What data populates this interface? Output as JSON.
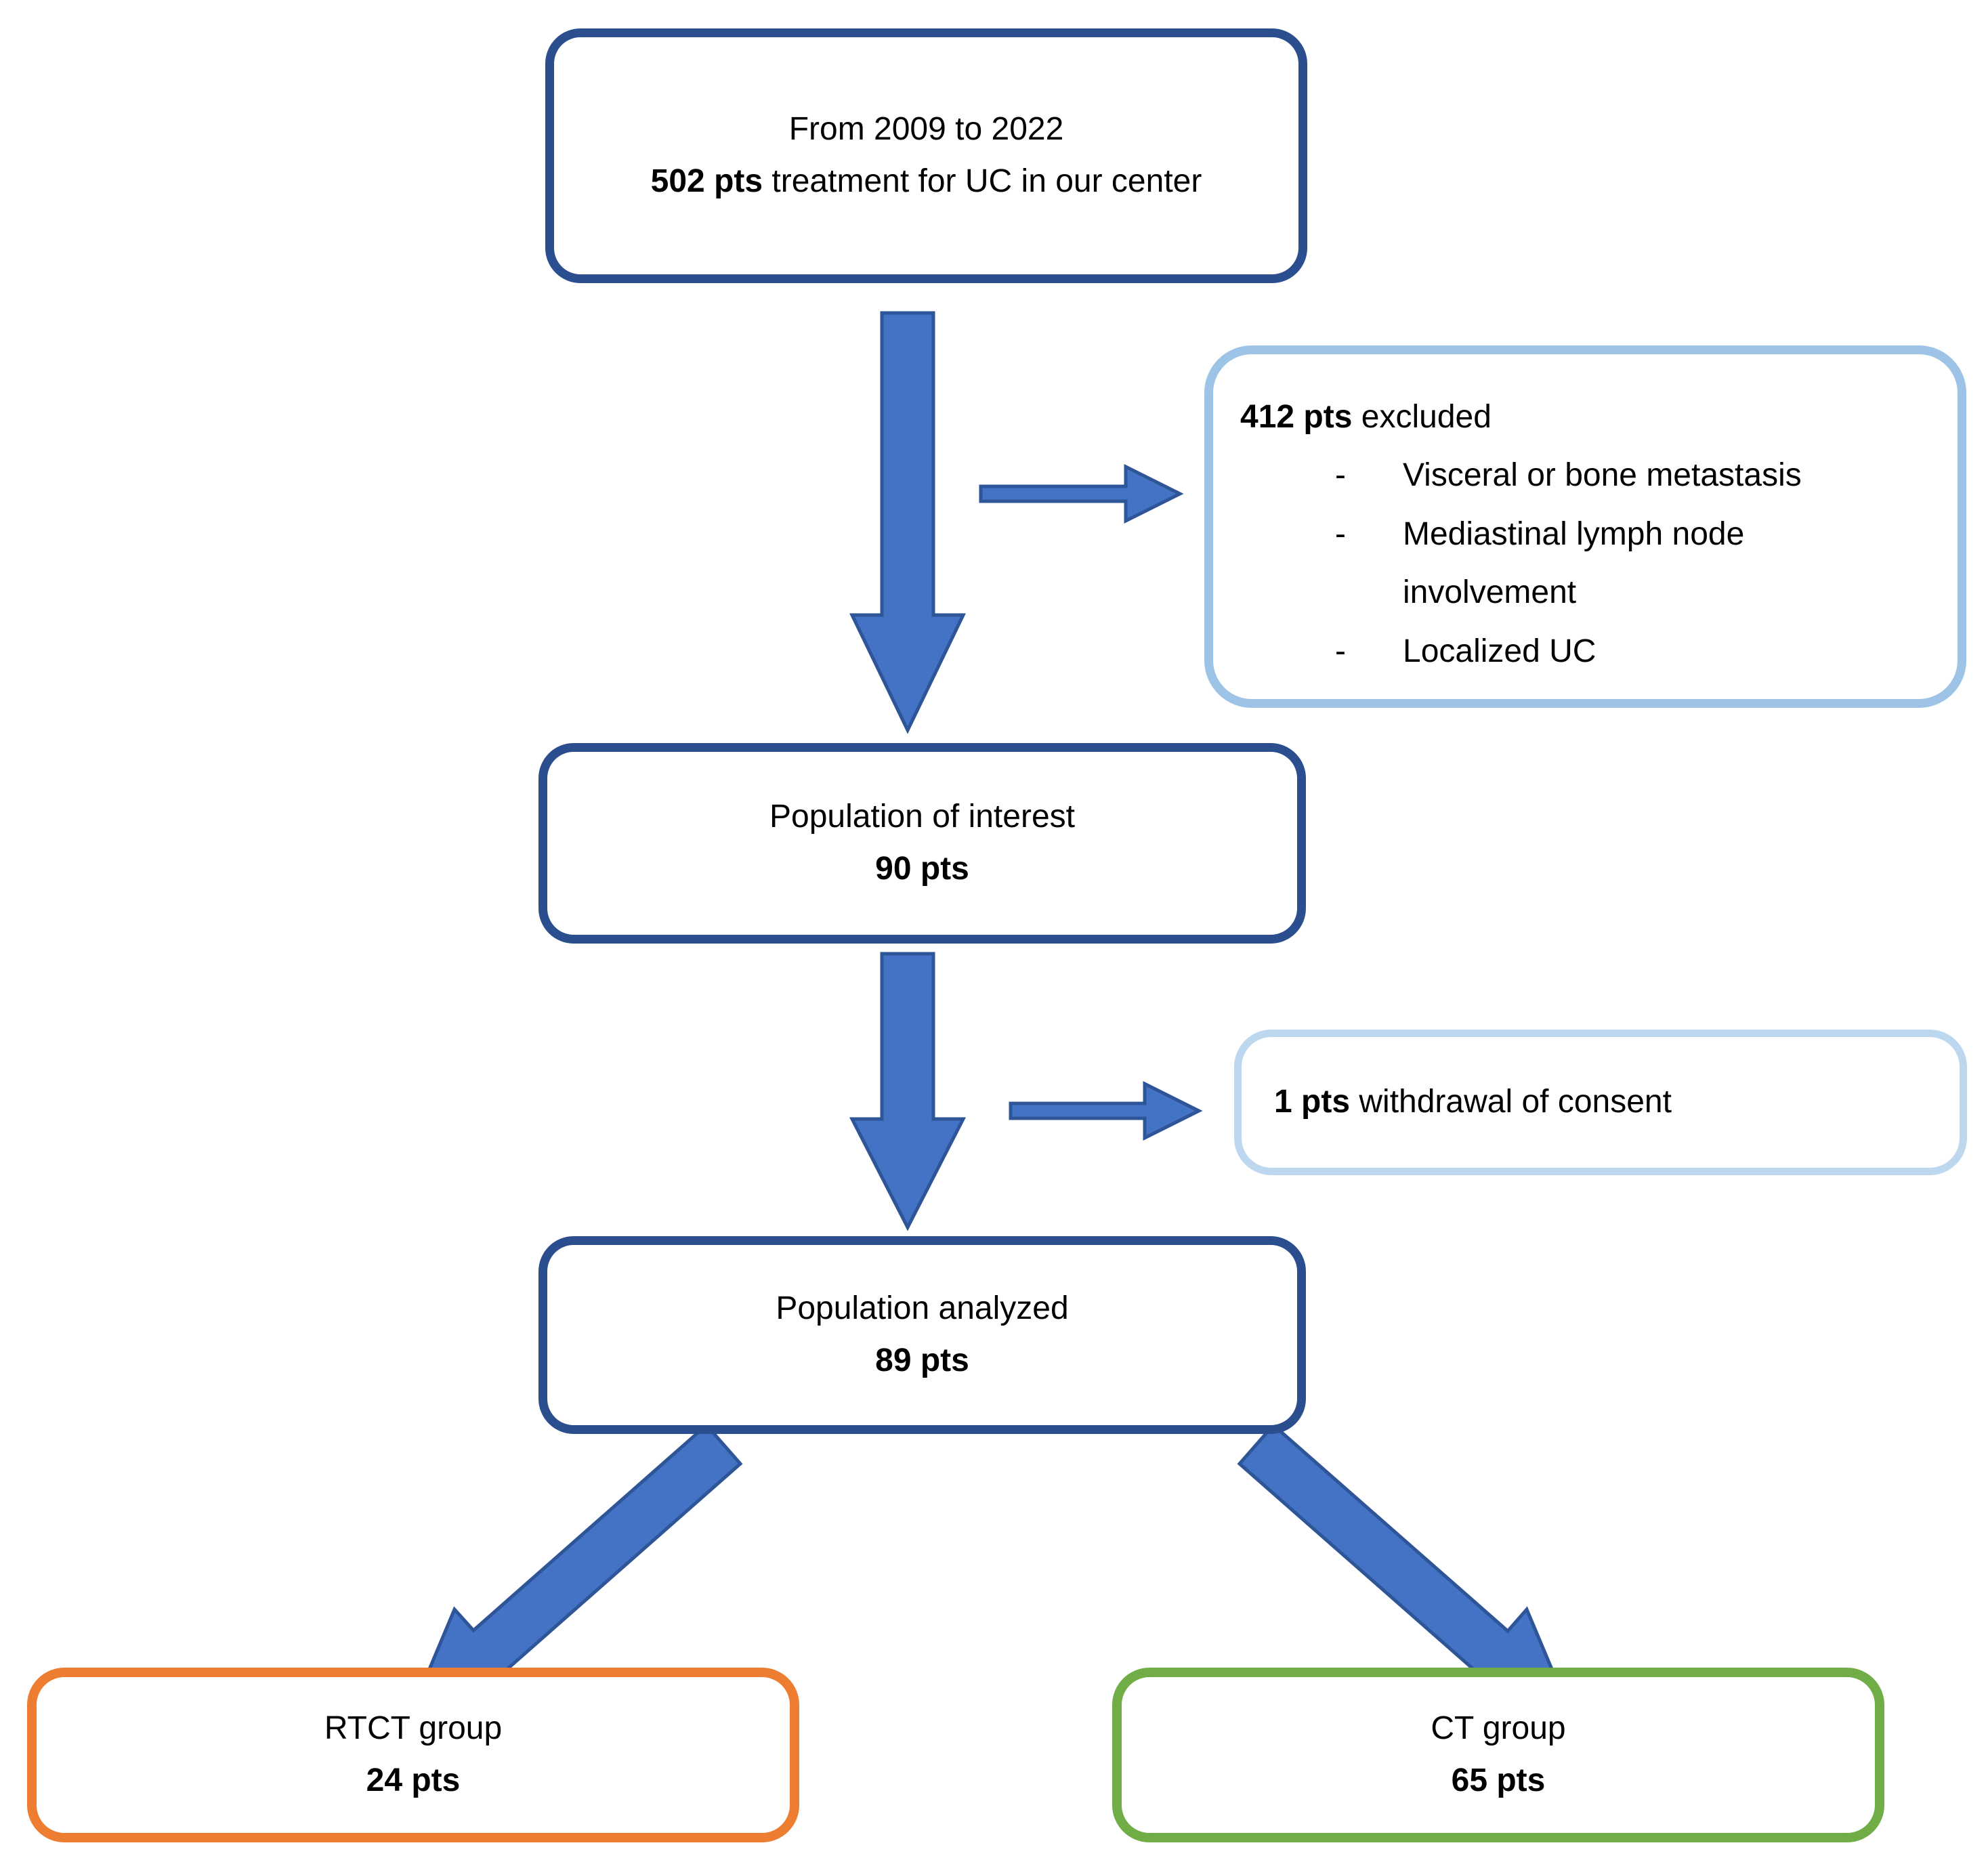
{
  "diagram": {
    "top_box": {
      "line1": "From 2009 to 2022",
      "line2_bold": "502 pts",
      "line2_rest": " treatment for UC in our center"
    },
    "excluded_box": {
      "heading_bold": "412 pts",
      "heading_rest": " excluded",
      "bullet_marker": "-",
      "items": [
        "Visceral or bone metastasis",
        "Mediastinal lymph node involvement",
        "Localized UC"
      ]
    },
    "interest_box": {
      "line1": "Population of interest",
      "line2": "90 pts"
    },
    "withdrawal_box": {
      "bold": "1 pts",
      "rest": " withdrawal of consent"
    },
    "analyzed_box": {
      "line1": "Population analyzed",
      "line2": "89 pts"
    },
    "rtct_box": {
      "line1": "RTCT group",
      "line2": "24 pts"
    },
    "ct_box": {
      "line1": "CT group",
      "line2": "65 pts"
    }
  },
  "colors": {
    "dark_blue_border": "#2A4E8E",
    "light_blue_border": "#9DC3E6",
    "pale_blue_border": "#BDD7EE",
    "arrow_fill": "#4472C4",
    "arrow_stroke": "#2E5597",
    "orange_border": "#ED7D31",
    "green_border": "#70AD47"
  }
}
